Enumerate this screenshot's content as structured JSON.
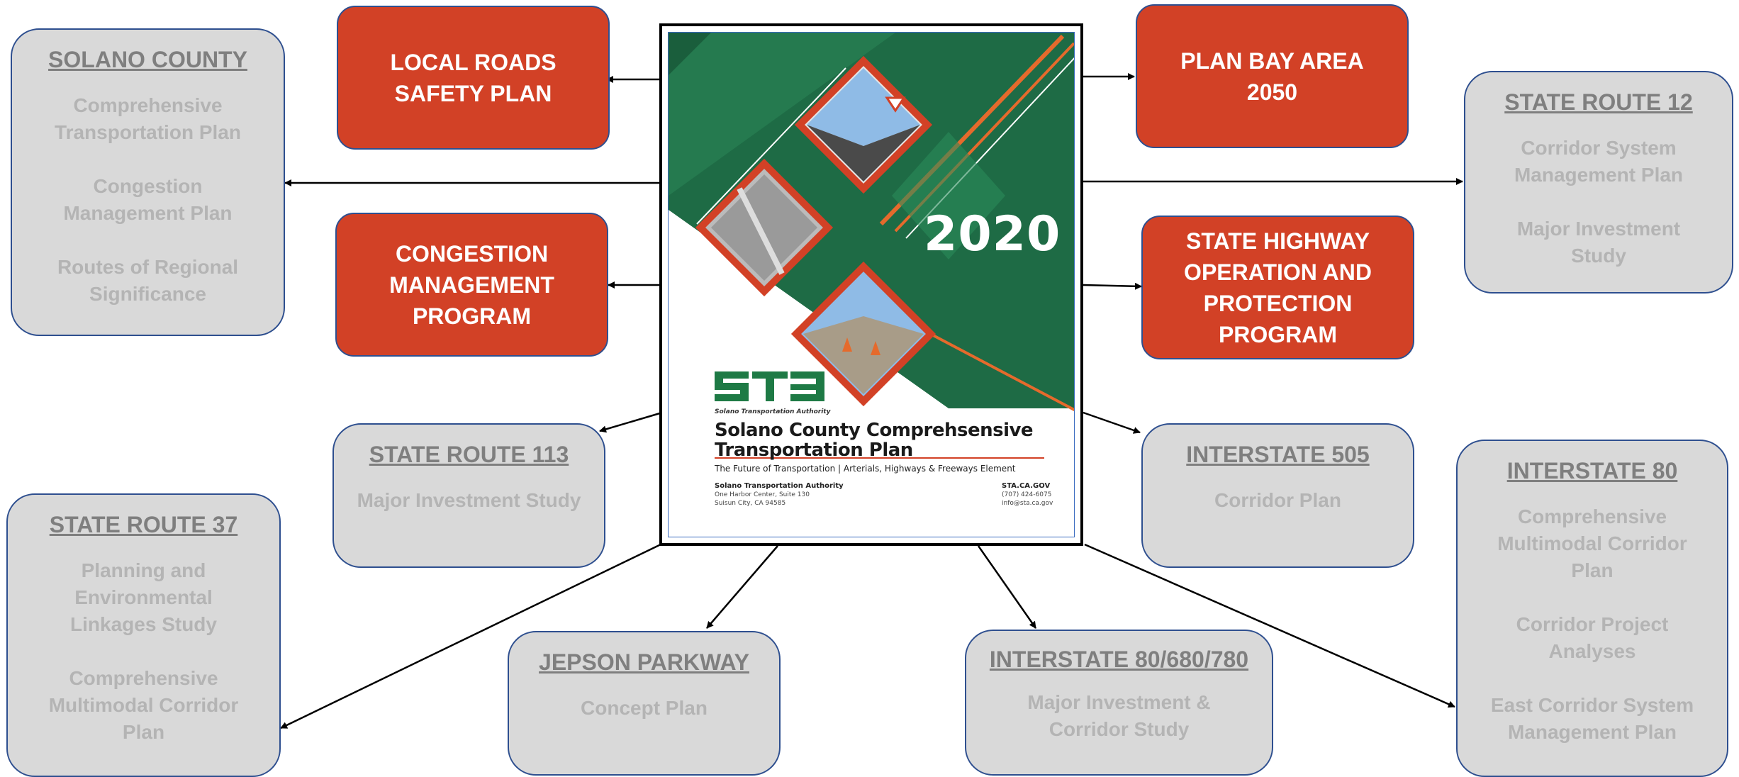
{
  "center": {
    "year": "2020",
    "logo": "STA",
    "logo_sub": "Solano Transportation Authority",
    "title_line1": "Solano County Comprehsensive",
    "title_line2": "Transportation Plan",
    "subtitle": "The Future of Transportation | Arterials, Highways & Freeways Element",
    "org_name": "Solano Transportation Authority",
    "org_addr1": "One Harbor Center, Suite 130",
    "org_addr2": "Suisun City, CA 94585",
    "web": "STA.CA.GOV",
    "phone": "(707) 424-6075",
    "email": "info@sta.ca.gov"
  },
  "red_boxes": {
    "local_roads": [
      "LOCAL ROADS",
      "SAFETY PLAN"
    ],
    "congestion": [
      "CONGESTION",
      "MANAGEMENT",
      "PROGRAM"
    ],
    "plan_bay_area": [
      "PLAN BAY AREA",
      "2050"
    ],
    "shopp": [
      "STATE HIGHWAY",
      "OPERATION AND",
      "PROTECTION",
      "PROGRAM"
    ]
  },
  "grey_boxes": {
    "solano_county": {
      "title": "SOLANO COUNTY",
      "items": [
        [
          "Comprehensive",
          "Transportation Plan"
        ],
        [
          "Congestion",
          "Management Plan"
        ],
        [
          "Routes of Regional",
          "Significance"
        ]
      ]
    },
    "sr113": {
      "title": "STATE ROUTE 113",
      "items": [
        [
          "Major Investment Study"
        ]
      ]
    },
    "sr37": {
      "title": "STATE ROUTE 37",
      "items": [
        [
          "Planning and",
          "Environmental",
          "Linkages Study"
        ],
        [
          "Comprehensive",
          "Multimodal Corridor",
          "Plan"
        ]
      ]
    },
    "jepson": {
      "title": "JEPSON PARKWAY",
      "items": [
        [
          "Concept Plan"
        ]
      ]
    },
    "i80_680_780": {
      "title": "INTERSTATE 80/680/780",
      "items": [
        [
          "Major Investment &",
          "Corridor Study"
        ]
      ]
    },
    "i505": {
      "title": "INTERSTATE 505",
      "items": [
        [
          "Corridor Plan"
        ]
      ]
    },
    "sr12": {
      "title": "STATE ROUTE 12",
      "items": [
        [
          "Corridor System",
          "Management Plan"
        ],
        [
          "Major Investment",
          "Study"
        ]
      ]
    },
    "i80": {
      "title": "INTERSTATE 80",
      "items": [
        [
          "Comprehensive",
          "Multimodal Corridor",
          "Plan"
        ],
        [
          "Corridor Project",
          "Analyses"
        ],
        [
          "East Corridor System",
          "Management Plan"
        ]
      ]
    }
  },
  "colors": {
    "red": "#d24126",
    "grey_box": "#d9d9d9",
    "grey_text": "#b4b4b4",
    "border": "#2e4f8f",
    "cover_green": "#1e6b45"
  }
}
